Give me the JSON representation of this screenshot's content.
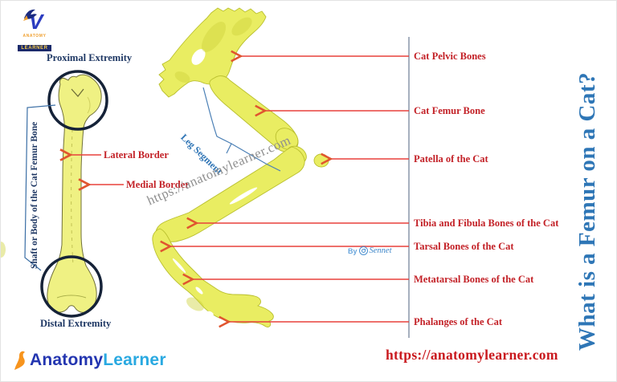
{
  "page": {
    "vertical_title": "What is a Femur on a Cat?",
    "bottom_url": "https://anatomylearner.com",
    "watermark": "https://anatomylearner.com",
    "credit": {
      "by": "By",
      "name": "Sennet"
    }
  },
  "brand": {
    "top_logo": {
      "line1": "ANATOMY",
      "line2": "LEARNER"
    },
    "bottom_logo": {
      "part1": "Anatomy",
      "part2": "Learner"
    }
  },
  "femur_diagram": {
    "proximal": "Proximal Extremity",
    "shaft": "Shaft or Body of the Cat Femur Bone",
    "lateral": "Lateral Border",
    "medial": "Medial Border",
    "distal": "Distal Extremity"
  },
  "leg_diagram": {
    "segment_label": "Leg Segment",
    "labels": [
      "Cat Pelvic Bones",
      "Cat Femur Bone",
      "Patella of the Cat",
      "Tibia and Fibula Bones of the Cat",
      "Tarsal Bones of the Cat",
      "Metatarsal Bones of the Cat",
      "Phalanges of the Cat"
    ]
  },
  "colors": {
    "bone_fill": "#EDEF7B",
    "bone_fill_leg": "#E9ED62",
    "label_red": "#C32127",
    "line_red": "#E8413C",
    "navy": "#1F3864",
    "bracket_blue": "#2E74B5",
    "title_blue": "#2E76B6",
    "rule_gray": "#8896A8",
    "logo_orange": "#F7941D"
  }
}
